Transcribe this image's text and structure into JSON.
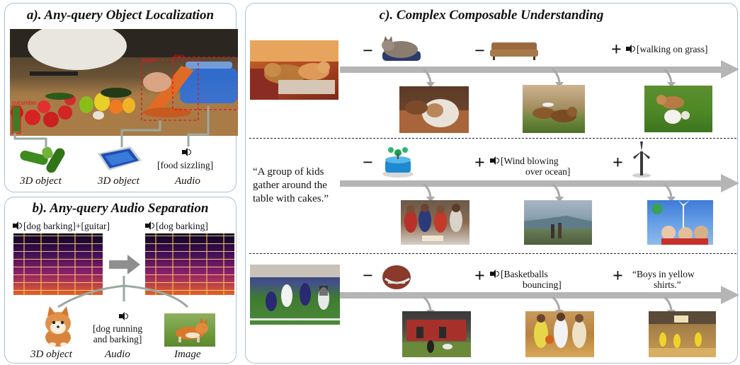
{
  "panel_a": {
    "title": "a). Any-query Object Localization",
    "labels": {
      "cucumber": "cucumber",
      "tablet": "tablet",
      "pan": "pan"
    },
    "queries": [
      {
        "caption": "3D object",
        "icon": "cucumber-3d-icon"
      },
      {
        "caption": "3D object",
        "icon": "tablet-3d-icon"
      },
      {
        "caption": "Audio",
        "text": "[food sizzling]",
        "icon": "speaker-icon"
      }
    ]
  },
  "panel_b": {
    "title": "b). Any-query Audio Separation",
    "input_label": "[dog barking]+[guitar]",
    "output_label": "[dog barking]",
    "audio_query_line1": "[dog running",
    "audio_query_line2": "and barking]",
    "captions": {
      "object": "3D object",
      "audio": "Audio",
      "image": "Image"
    }
  },
  "panel_c": {
    "title": "c). Complex Composable Understanding",
    "row1": {
      "op1": "−",
      "op2": "−",
      "op3": "+",
      "audio": "[walking on grass]"
    },
    "row2": {
      "query_line1": "“A group of kids",
      "query_line2": "gather around the",
      "query_line3": "table with cakes.”",
      "op1": "−",
      "op2": "+",
      "op3": "+",
      "audio_line1": "[Wind blowing",
      "audio_line2": "over ocean]"
    },
    "row3": {
      "op1": "−",
      "op2": "+",
      "op3": "+",
      "audio_line1": "[Basketballs",
      "audio_line2": "bouncing]",
      "text_line1": "“Boys in yellow",
      "text_line2": "shirts.”"
    }
  },
  "colors": {
    "panel_border": "#a9bfd8",
    "arrow": "#b5b5b5",
    "box_label": "#e0181e",
    "connector": "#9aaaa0"
  }
}
